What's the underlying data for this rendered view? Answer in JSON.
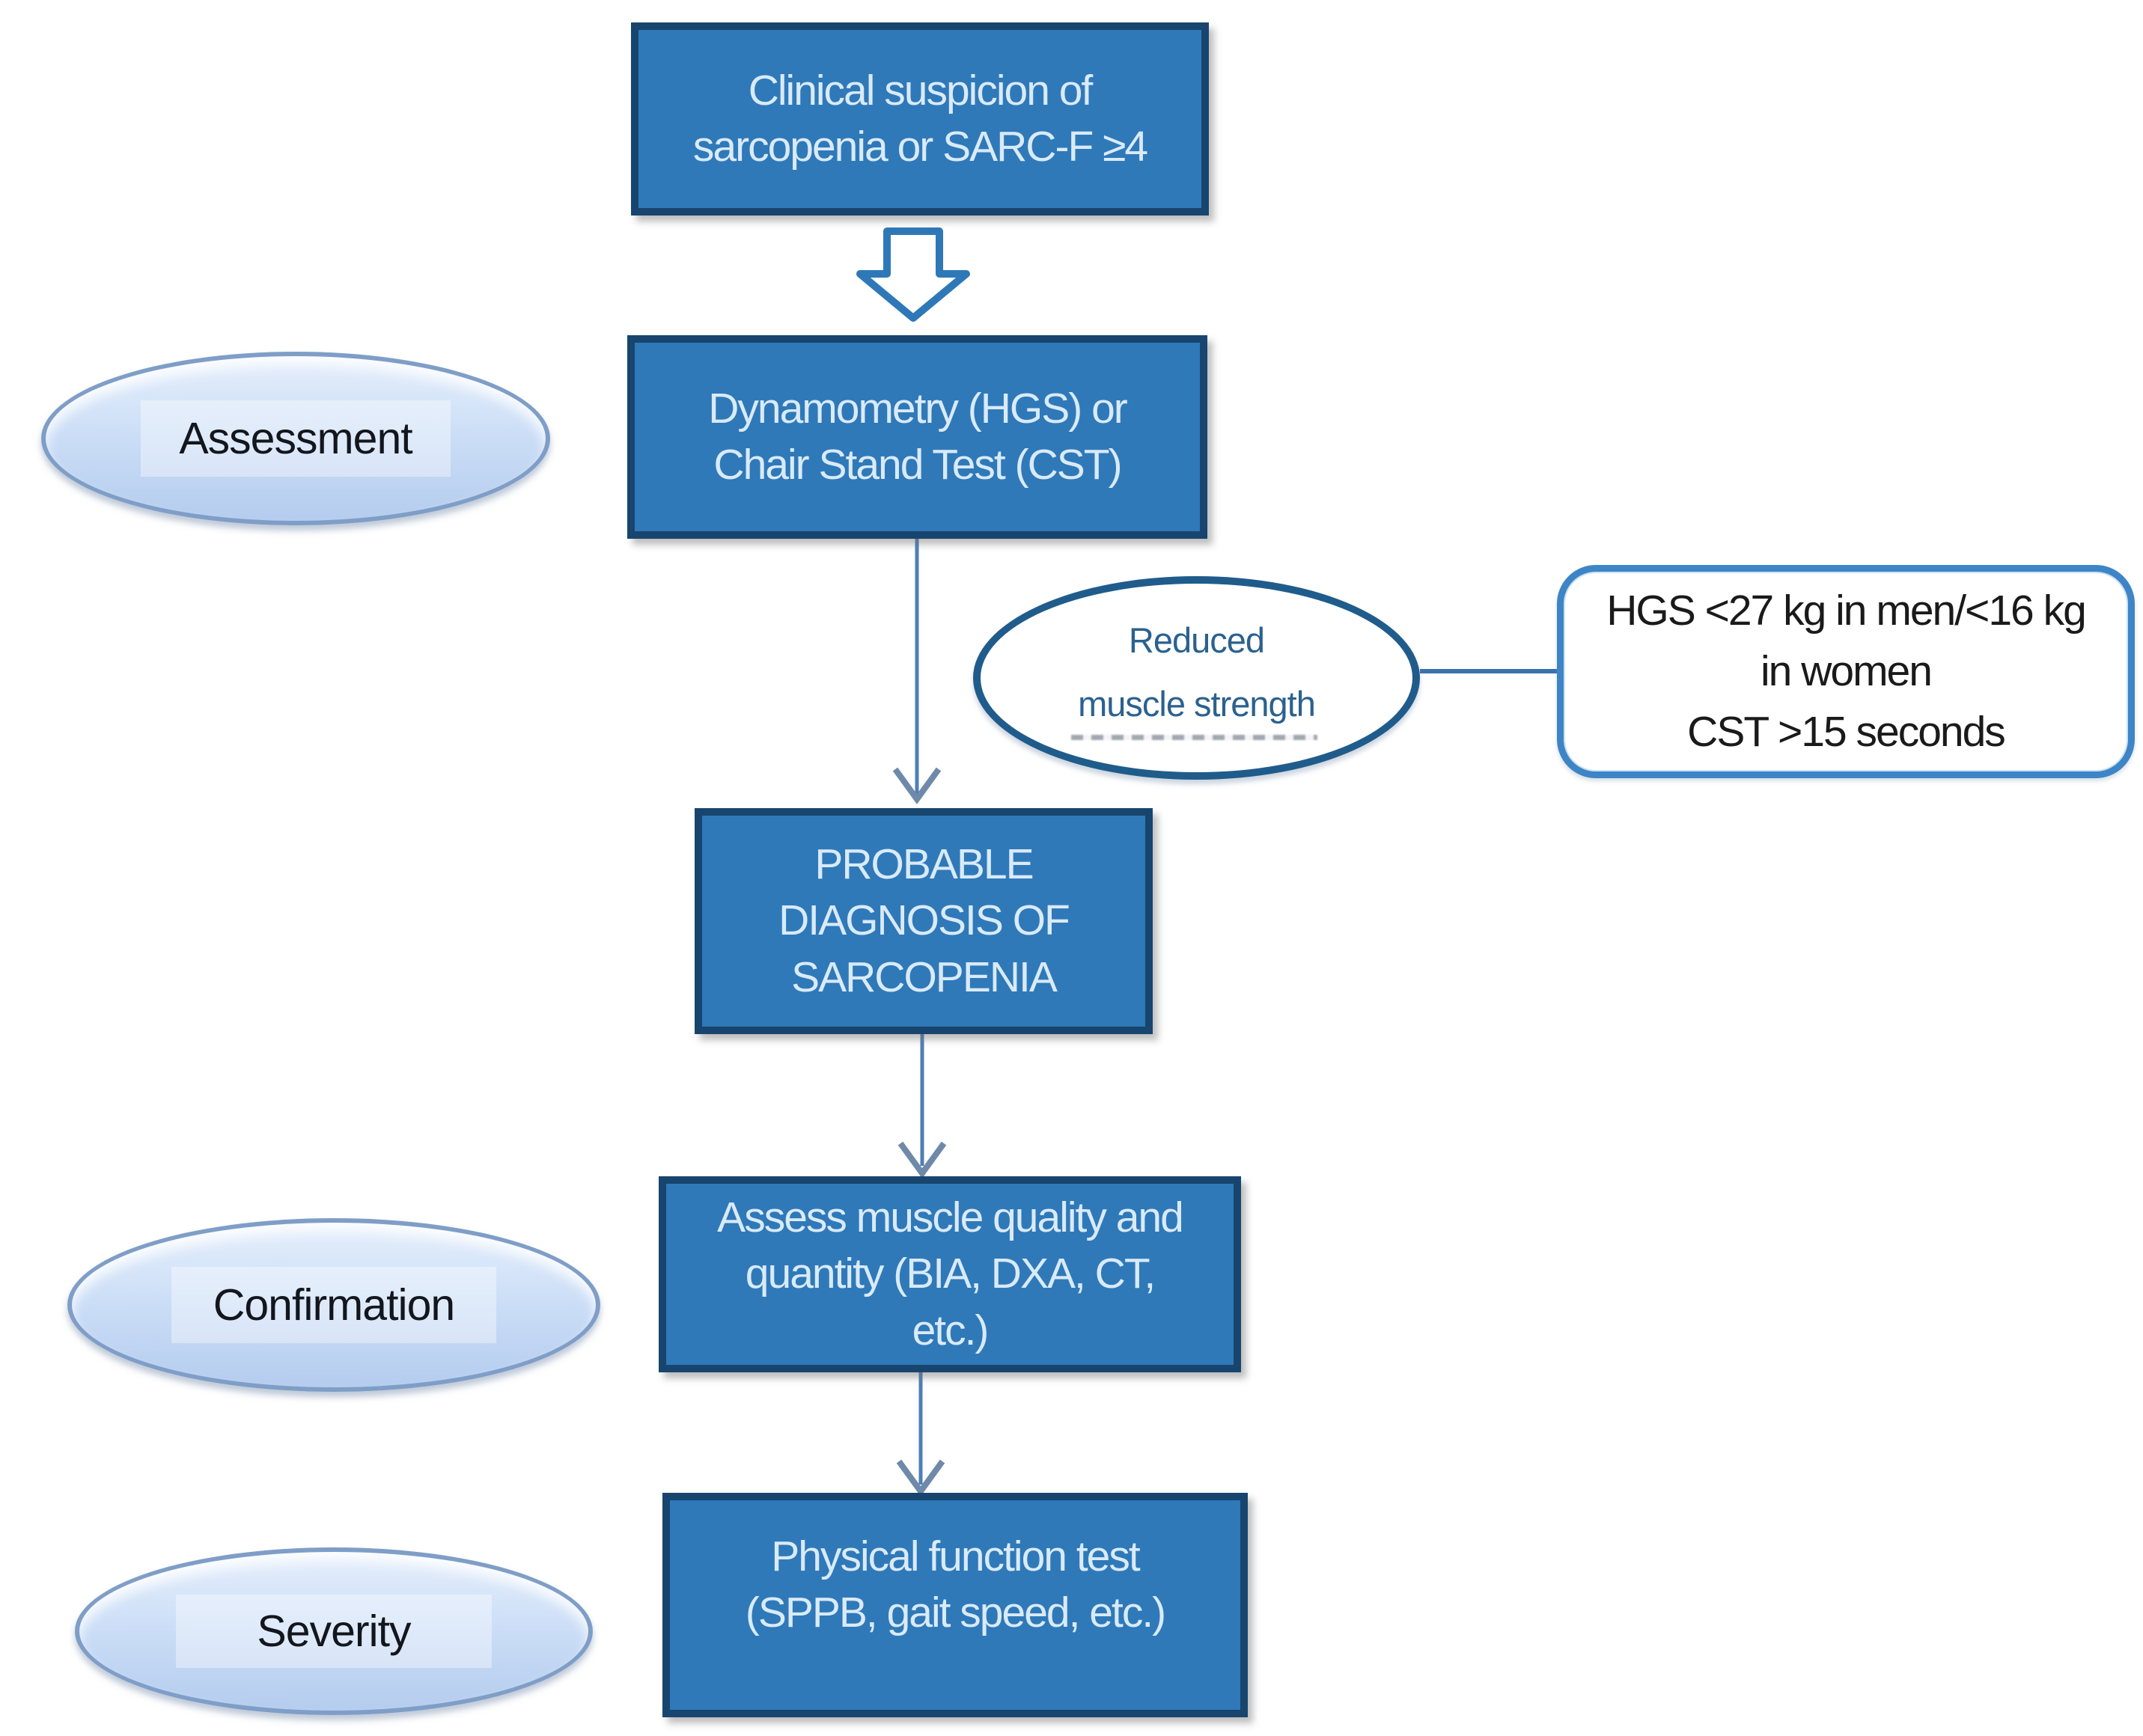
{
  "colors": {
    "process_fill": "#2f79b9",
    "process_border": "#17456e",
    "process_text": "#d9eaf8",
    "stage_fill_top": "#e6effc",
    "stage_fill_bottom": "#b4ccee",
    "stage_border": "#7f9ec7",
    "stage_text": "#13161d",
    "outcome_border": "#1f5c8b",
    "outcome_text": "#2b618e",
    "criteria_border": "#3d85c6",
    "criteria_text": "#1a1a1a",
    "connector_line": "#4f7fb5",
    "arrowhead": "#6e89a9",
    "block_arrow_outline": "#2e78b8"
  },
  "stages": [
    {
      "id": "assessment",
      "label": "Assessment"
    },
    {
      "id": "confirmation",
      "label": "Confirmation"
    },
    {
      "id": "severity",
      "label": "Severity"
    }
  ],
  "nodes": {
    "suspicion": {
      "label": "Clinical suspicion of\nsarcopenia or SARC-F ≥4"
    },
    "strength_test": {
      "label": "Dynamometry (HGS) or\nChair Stand Test (CST)"
    },
    "reduced_strength": {
      "label": "Reduced\nmuscle strength"
    },
    "cutoffs": {
      "label": "HGS <27 kg in men/<16 kg\nin women\nCST >15 seconds"
    },
    "probable_diagnosis": {
      "label": "PROBABLE\nDIAGNOSIS OF\nSARCOPENIA"
    },
    "muscle_mass": {
      "label": "Assess muscle quality and\nquantity (BIA, DXA, CT,\netc.)"
    },
    "physical_function": {
      "label": "Physical function test\n(SPPB, gait speed, etc.)"
    }
  }
}
